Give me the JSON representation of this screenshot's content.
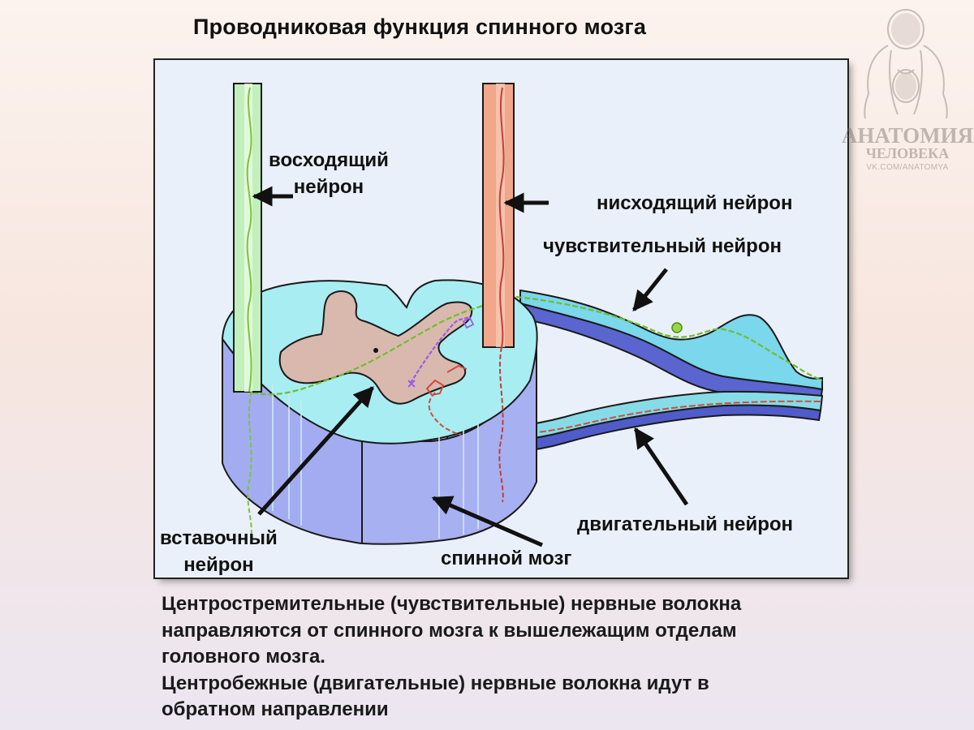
{
  "title": "Проводниковая функция спинного мозга",
  "labels": {
    "ascending_1": "восходящий",
    "ascending_2": "нейрон",
    "descending": "нисходящий нейрон",
    "sensory": "чувствительный нейрон",
    "motor": "двигательный нейрон",
    "interneuron_1": "вставочный",
    "interneuron_2": "нейрон",
    "spinal_cord": "спинной мозг"
  },
  "caption": {
    "line1": "Центростремительные (чувствительные) нервные волокна",
    "line2": "направляются от спинного мозга к вышележащим отделам",
    "line3": "головного мозга.",
    "line4": "Центробежные (двигательные) нервные волокна идут в",
    "line5": "обратном направлении"
  },
  "watermark": {
    "line1": "АНАТОМИЯ",
    "line2": "ЧЕЛОВЕКА",
    "line3": "VK.COM/ANATOMYA"
  },
  "colors": {
    "ascending_column": "#c2f0bc",
    "ascending_fiber": "#7ec33a",
    "descending_column": "#f1a78a",
    "descending_fiber": "#c23f3a",
    "grey_matter": "#dcbdb2",
    "cord_top": "#9fe3ee",
    "cord_side": "#a8b1f0",
    "interneuron_fiber": "#9a5ee3",
    "arrow": "#111111"
  }
}
